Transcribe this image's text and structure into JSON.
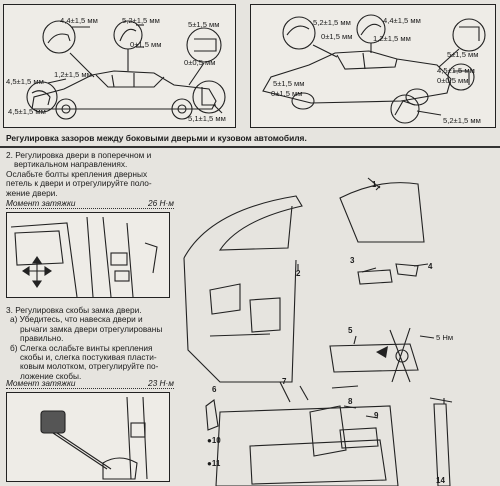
{
  "top_left_labels": {
    "a": "4,4±1,5 мм",
    "b": "5,2±1,5 мм",
    "c": "0±1,5 мм",
    "d": "5±1,5 мм",
    "e": "0±0,5 мм",
    "f": "4,5±1,5 мм",
    "g": "1,2±1,5 мм",
    "h": "4,5±1,5 мм",
    "i": "5,1±1,5 мм"
  },
  "top_right_labels": {
    "a": "5,2±1,5 мм",
    "b": "4,4±1,5 мм",
    "c": "0±1,5 мм",
    "d": "1,2±1,5 мм",
    "e": "5±1,5 мм",
    "f": "4,5±1,5 мм",
    "g": "5±1,5 мм",
    "h": "0±0,5 мм",
    "i": "0±1,5 мм",
    "j": "5,2±1,5 мм"
  },
  "caption": "Регулировка зазоров между боковыми дверьми и кузовом автомобиля.",
  "section2": {
    "l1": "2. Регулировка двери в поперечном и",
    "l2": "вертикальном направлениях.",
    "l3": "Ослабьте болты крепления дверных",
    "l4": "петель к двери и отрегулируйте поло-",
    "l5": "жение двери.",
    "torque_label": "Момент затяжки",
    "torque_value": "26 Н·м"
  },
  "section3": {
    "l1": "3. Регулировка скобы замка двери.",
    "l2": "а) Убедитесь, что навеска двери и",
    "l3": "рычаги замка двери отрегулированы",
    "l4": "правильно.",
    "l5": "б) Слегка ослабьте винты крепления",
    "l6": "скобы и, слегка постукивая пласти-",
    "l7": "ковым молотком, отрегулируйте по-",
    "l8": "ложение скобы.",
    "torque_label": "Момент затяжки",
    "torque_value": "23 Н·м"
  },
  "parts": {
    "p1": "1",
    "p2": "2",
    "p3": "3",
    "p4": "4",
    "p5": "5",
    "p5_torque": "5 Нм",
    "p6": "6",
    "p7": "7",
    "p8": "8",
    "p9": "9",
    "p10": "●10",
    "p11": "●11",
    "p14": "14"
  }
}
